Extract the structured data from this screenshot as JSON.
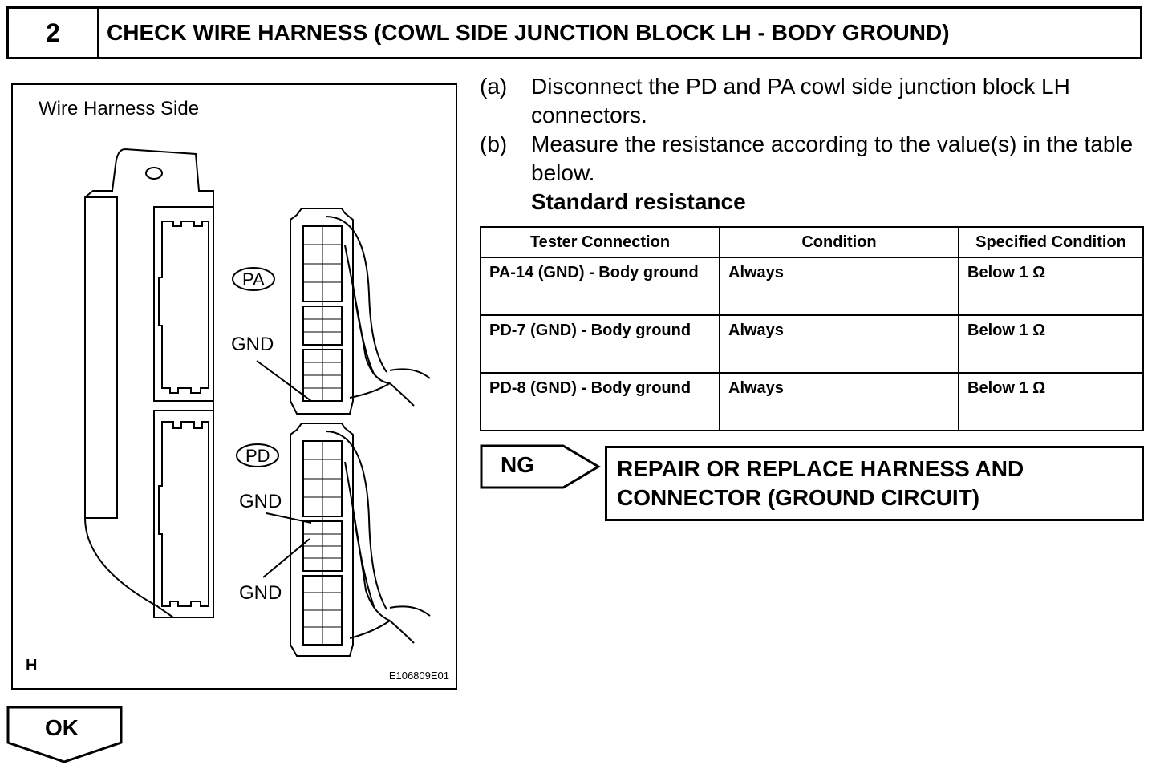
{
  "header": {
    "step_number": "2",
    "title": "CHECK WIRE HARNESS (COWL SIDE JUNCTION BLOCK LH - BODY GROUND)"
  },
  "figure": {
    "caption": "Wire Harness Side",
    "labels": {
      "pa": "PA",
      "pd": "PD",
      "gnd1": "GND",
      "gnd2": "GND",
      "gnd3": "GND"
    },
    "corner_letter": "H",
    "figure_id": "E106809E01"
  },
  "instructions": [
    {
      "label": "(a)",
      "text": "Disconnect the PD and PA cowl side junction block LH connectors."
    },
    {
      "label": "(b)",
      "text": "Measure the resistance according to the value(s) in the table below."
    }
  ],
  "standard_heading": "Standard resistance",
  "table": {
    "headers": [
      "Tester Connection",
      "Condition",
      "Specified Condition"
    ],
    "rows": [
      [
        "PA-14 (GND) - Body ground",
        "Always",
        "Below 1 Ω"
      ],
      [
        "PD-7 (GND) - Body ground",
        "Always",
        "Below 1 Ω"
      ],
      [
        "PD-8 (GND) - Body ground",
        "Always",
        "Below 1 Ω"
      ]
    ]
  },
  "ng": {
    "label": "NG",
    "action": "REPAIR OR REPLACE HARNESS AND CONNECTOR (GROUND CIRCUIT)"
  },
  "ok": {
    "label": "OK"
  }
}
